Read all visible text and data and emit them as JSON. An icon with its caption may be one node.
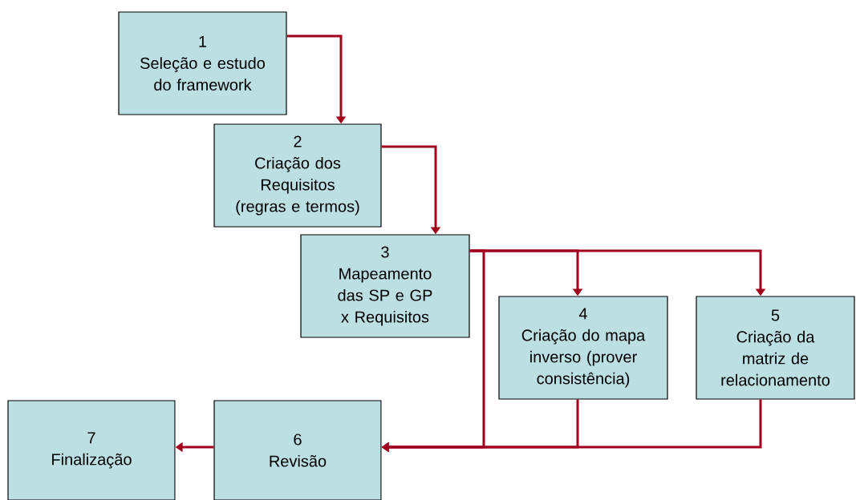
{
  "diagram": {
    "nodes": [
      {
        "text": [
          "1",
          "Seleção e estudo do framework"
        ]
      },
      {
        "text": [
          "2",
          "Criação dos Requisitos (regras e termos)"
        ]
      },
      {
        "text": [
          "3",
          "Mapeamento das SP e GP x Requisitos"
        ]
      },
      {
        "text": [
          "4",
          "Criação do mapa inverso (prover consistência)"
        ]
      },
      {
        "text": [
          "5",
          "Criação da matriz de relacionamento"
        ]
      },
      {
        "text": [
          "6",
          "Revisão"
        ]
      },
      {
        "text": [
          "7",
          "Finalização"
        ]
      }
    ],
    "edges": [
      {
        "from": 0,
        "to": 1,
        "arrow": "to"
      },
      {
        "from": 1,
        "to": 2,
        "arrow": "to"
      },
      {
        "from": 2,
        "to": 3,
        "arrow": "to"
      },
      {
        "from": 2,
        "to": 4,
        "arrow": "to"
      },
      {
        "from": 2,
        "to": 5,
        "arrow": "to"
      },
      {
        "from": 3,
        "to": 5,
        "arrow": "to"
      },
      {
        "from": 4,
        "to": 5,
        "arrow": "to"
      },
      {
        "from": 5,
        "to": 6,
        "arrow": "to"
      }
    ]
  }
}
